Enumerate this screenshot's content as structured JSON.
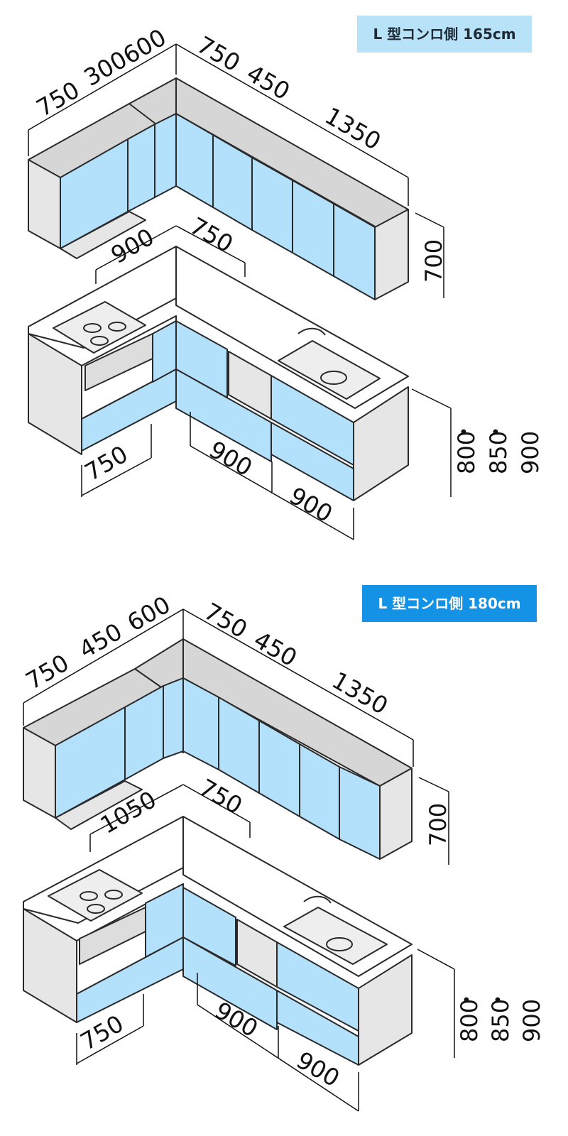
{
  "colors": {
    "door": "#b3e0fb",
    "counter": "#d6d6d6",
    "carcass": "#e6e6e6",
    "outline": "#2a2a2a",
    "badge_light": "#b8e2f8",
    "badge_dark": "#1493e6"
  },
  "layouts": [
    {
      "label": "L 型コンロ側 165cm",
      "upper_left_widths": [
        "750",
        "300",
        "600"
      ],
      "upper_right_widths": [
        "750",
        "450",
        "1350"
      ],
      "upper_height": "700",
      "counter_left": "900",
      "counter_right": "750",
      "base_left": "750",
      "base_right_a": "900",
      "base_right_b": "900",
      "base_heights": [
        "800",
        "850",
        "900"
      ]
    },
    {
      "label": "L 型コンロ側 180cm",
      "upper_left_widths": [
        "750",
        "450",
        "600"
      ],
      "upper_right_widths": [
        "750",
        "450",
        "1350"
      ],
      "upper_height": "700",
      "counter_left": "1050",
      "counter_right": "750",
      "base_left": "750",
      "base_right_a": "900",
      "base_right_b": "900",
      "base_heights": [
        "800",
        "850",
        "900"
      ]
    }
  ]
}
